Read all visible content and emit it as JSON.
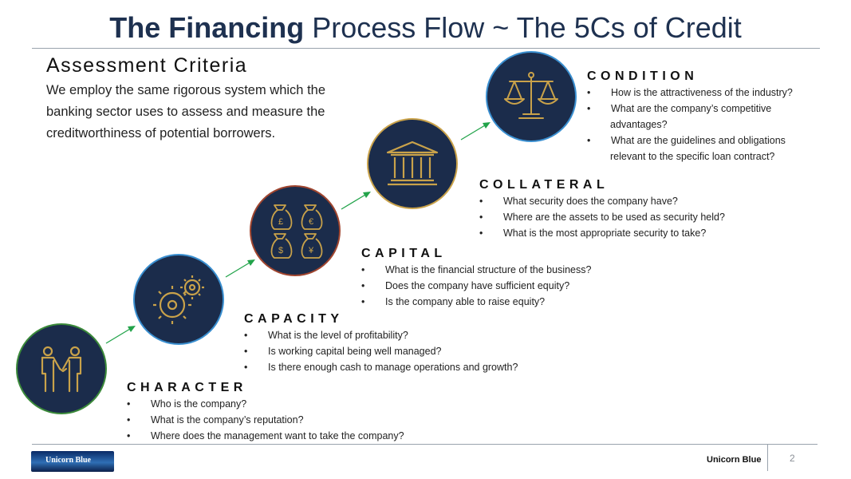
{
  "title": {
    "bold": "The Financing",
    "rest": " Process Flow ~ The 5Cs of Credit"
  },
  "assessment": {
    "heading": "Assessment Criteria",
    "body": "We employ the same rigorous system which the banking sector uses to assess and measure the creditworthiness of potential borrowers."
  },
  "sections": {
    "character": {
      "title": "CHARACTER",
      "bullets": [
        "Who is the company?",
        "What is the company’s reputation?",
        "Where does the management want to take the company?"
      ]
    },
    "capacity": {
      "title": "CAPACITY",
      "bullets": [
        "What is the level of profitability?",
        "Is working capital being well managed?",
        "Is there enough cash to manage operations and growth?"
      ]
    },
    "capital": {
      "title": "CAPITAL",
      "bullets": [
        "What is the financial structure of the business?",
        "Does the company have sufficient equity?",
        "Is the company able to raise equity?"
      ]
    },
    "collateral": {
      "title": "COLLATERAL",
      "bullets": [
        "What security does the company have?",
        "Where are the assets to be used as security held?",
        "What is the most appropriate security to take?"
      ]
    },
    "condition": {
      "title": "CONDITION",
      "bullets": [
        "How is the attractiveness of the industry?",
        "What are the company’s competitive",
        "advantages?",
        "What are the guidelines and obligations",
        "relevant to the specific loan contract?"
      ]
    }
  },
  "currency_symbols": [
    "£",
    "€",
    "$",
    "¥"
  ],
  "footer": {
    "company": "Unicorn Blue",
    "page": "2",
    "logo_text": "Unicorn Blue"
  },
  "colors": {
    "title": "#1e3150",
    "circle_fill": "#1b2c4b",
    "icon_gold": "#c9a24a",
    "arrow_green": "#22a34a",
    "ring_green": "#3b8a3a",
    "ring_blue": "#3a8fd0",
    "ring_red": "#a0452f",
    "ring_gold": "#c9a24a"
  }
}
